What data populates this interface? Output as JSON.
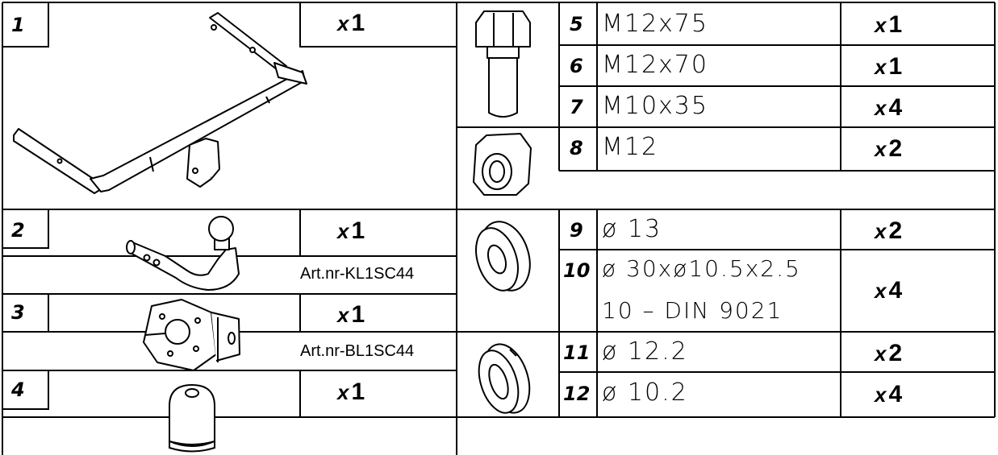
{
  "left_parts": [
    {
      "num": "1",
      "qty_x": "x",
      "qty_n": "1",
      "icon": "towbar-frame-icon"
    },
    {
      "num": "2",
      "qty_x": "x",
      "qty_n": "1",
      "art": "Art.nr-KL1SC44",
      "icon": "tow-ball-neck-icon"
    },
    {
      "num": "3",
      "qty_x": "x",
      "qty_n": "1",
      "art": "Art.nr-BL1SC44",
      "icon": "socket-plate-icon"
    },
    {
      "num": "4",
      "qty_x": "x",
      "qty_n": "1",
      "icon": "ball-cap-icon"
    }
  ],
  "right_parts": [
    {
      "num": "5",
      "spec": "M12x75",
      "qty_x": "x",
      "qty_n": "1"
    },
    {
      "num": "6",
      "spec": "M12x70",
      "qty_x": "x",
      "qty_n": "1"
    },
    {
      "num": "7",
      "spec": "M10x35",
      "qty_x": "x",
      "qty_n": "4"
    },
    {
      "num": "8",
      "spec": "M12",
      "qty_x": "x",
      "qty_n": "2"
    },
    {
      "num": "9",
      "spec": "ø 13",
      "qty_x": "x",
      "qty_n": "2"
    },
    {
      "num": "10",
      "spec": "ø 30xø10.5x2.5",
      "spec2": "10 – DIN 9021",
      "qty_x": "x",
      "qty_n": "4"
    },
    {
      "num": "11",
      "spec": "ø 12.2",
      "qty_x": "x",
      "qty_n": "2"
    },
    {
      "num": "12",
      "spec": "ø 10.2",
      "qty_x": "x",
      "qty_n": "4"
    }
  ],
  "hardware_icons": [
    "hex-bolt-icon",
    "hex-nut-icon",
    "flat-washer-icon",
    "spring-washer-icon"
  ]
}
